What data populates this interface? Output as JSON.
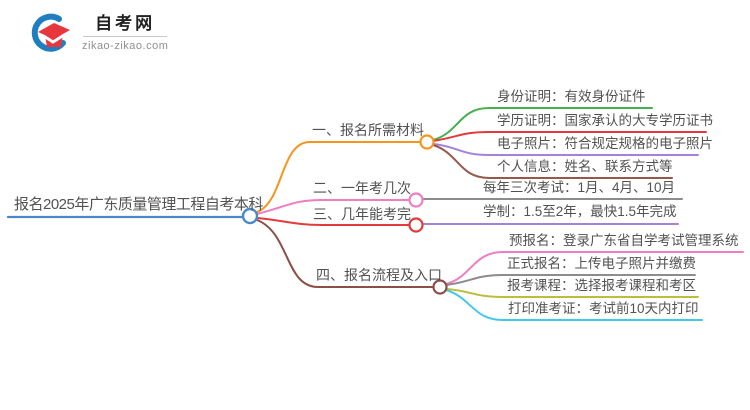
{
  "brand": {
    "name": "自考网",
    "domain": "zikao-zikao.com",
    "icon": "graduation-cap-icon",
    "cap_color": "#e8363d",
    "swoosh_color": "#1e7ec0"
  },
  "mindmap": {
    "root": {
      "label": "报名2025年广东质量管理工程自考本科",
      "color": "#4a89c7"
    },
    "branches": [
      {
        "label": "一、报名所需材料",
        "color": "#f7941e",
        "children": [
          {
            "label": "身份证明：有效身份证件",
            "color": "#44b04e"
          },
          {
            "label": "学历证明：国家承认的大专学历证书",
            "color": "#e23b3b"
          },
          {
            "label": "电子照片：符合规定规格的电子照片",
            "color": "#a383d9"
          },
          {
            "label": "个人信息：姓名、联系方式等",
            "color": "#96584b"
          }
        ]
      },
      {
        "label": "二、一年考几次",
        "color": "#ef7dc3",
        "children": [
          {
            "label": "每年三次考试：1月、4月、10月",
            "color": "#8c8c8c"
          }
        ]
      },
      {
        "label": "三、几年能考完",
        "color": "#e23b3b",
        "children": [
          {
            "label": "学制：1.5至2年，最快1.5年完成",
            "color": "#a383d9"
          }
        ]
      },
      {
        "label": "四、报名流程及入口",
        "color": "#8c4f46",
        "children": [
          {
            "label": "预报名：登录广东省自学考试管理系统",
            "color": "#ef7dc3"
          },
          {
            "label": "正式报名：上传电子照片并缴费",
            "color": "#8c8c8c"
          },
          {
            "label": "报考课程：选择报考课程和考区",
            "color": "#bcbe3a"
          },
          {
            "label": "打印准考证：考试前10天内打印",
            "color": "#44c8e8"
          }
        ]
      }
    ]
  }
}
